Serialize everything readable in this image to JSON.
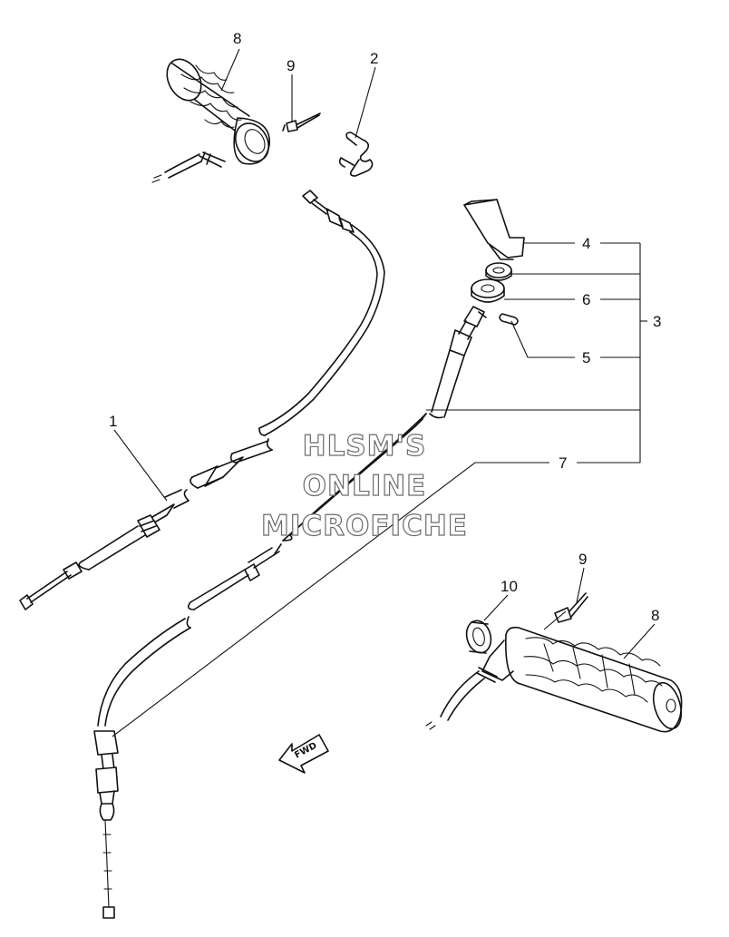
{
  "diagram": {
    "callouts": {
      "c1": "1",
      "c2": "2",
      "c3": "3",
      "c4": "4",
      "c5": "5",
      "c6": "6",
      "c7": "7",
      "c8a": "8",
      "c8b": "8",
      "c9a": "9",
      "c9b": "9",
      "c10": "10"
    },
    "watermark": {
      "line1": "HLSM'S",
      "line2": "ONLINE",
      "line3": "MICROFICHE"
    },
    "direction_arrow_label": "FWD"
  }
}
